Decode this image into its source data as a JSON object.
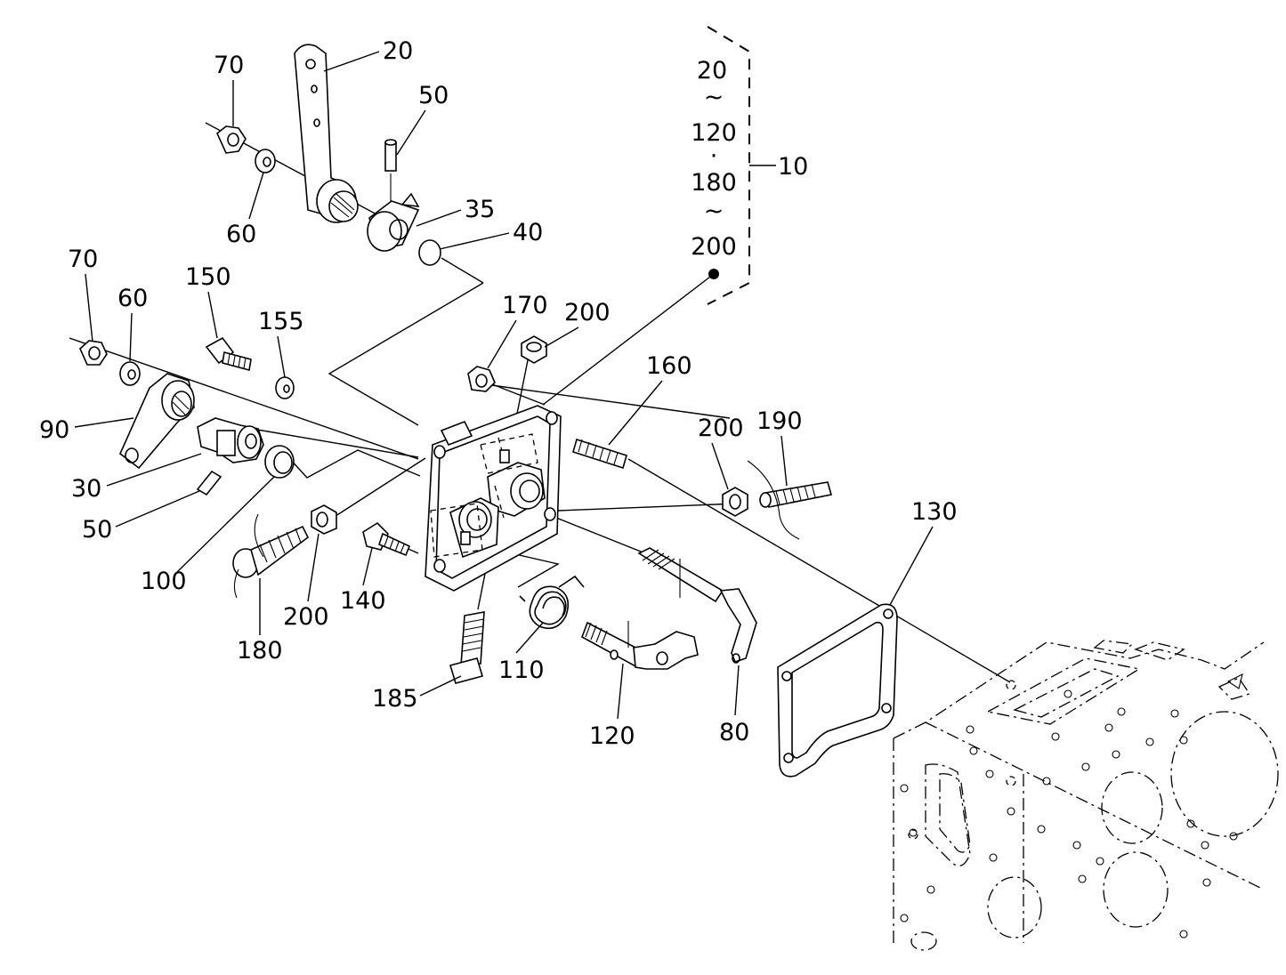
{
  "labels": {
    "p10": "10",
    "p20": "20",
    "p30": "30",
    "p35": "35",
    "p40": "40",
    "p50_top": "50",
    "p50_bottom": "50",
    "p60_top": "60",
    "p60_left": "60",
    "p70_top": "70",
    "p70_left": "70",
    "p80": "80",
    "p90": "90",
    "p100": "100",
    "p110": "110",
    "p120": "120",
    "p130": "130",
    "p140": "140",
    "p150": "150",
    "p155": "155",
    "p160": "160",
    "p170": "170",
    "p180": "180",
    "p185": "185",
    "p190": "190",
    "p200_top": "200",
    "p200_right": "200",
    "p200_bottom": "200"
  },
  "kit_group": {
    "range1_start": "20",
    "range1_sep": "~",
    "range1_end": "120",
    "dot": "·",
    "range2_start": "180",
    "range2_sep": "~",
    "range2_end": "200"
  }
}
